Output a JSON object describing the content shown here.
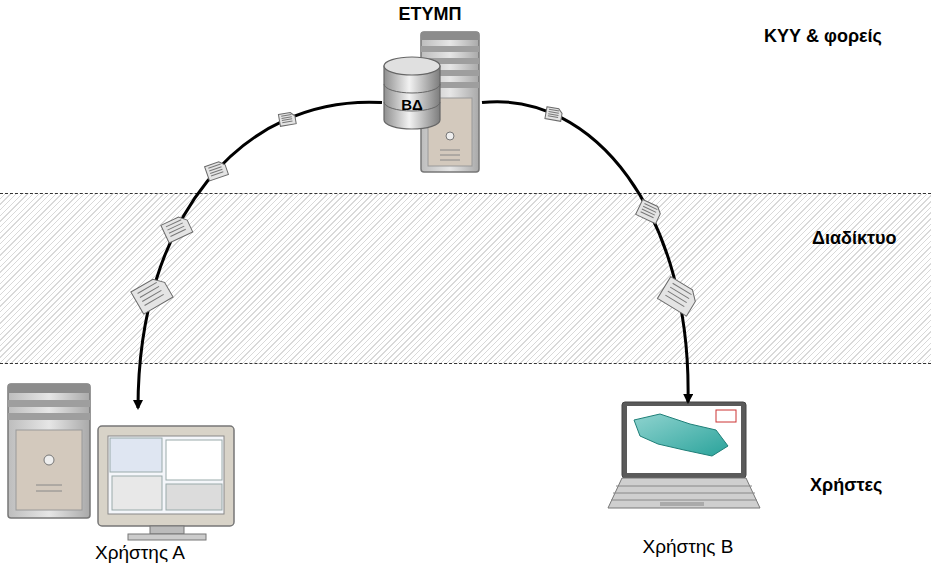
{
  "diagram": {
    "nodes": [
      {
        "text": [
          "ΕΤΥΜΠ",
          "ΒΔ"
        ]
      },
      {
        "text": [
          "Διαδίκτυο"
        ]
      },
      {
        "text": [
          "Χρήστης Α"
        ]
      },
      {
        "text": [
          "Χρήστης Β"
        ]
      }
    ],
    "edges": [
      {
        "from": 0,
        "to": 2,
        "arrow": "to"
      },
      {
        "from": 0,
        "to": 3,
        "arrow": "to"
      }
    ],
    "labels": [
      "ΚΥΥ & φορείς",
      "Χρήστες"
    ]
  }
}
